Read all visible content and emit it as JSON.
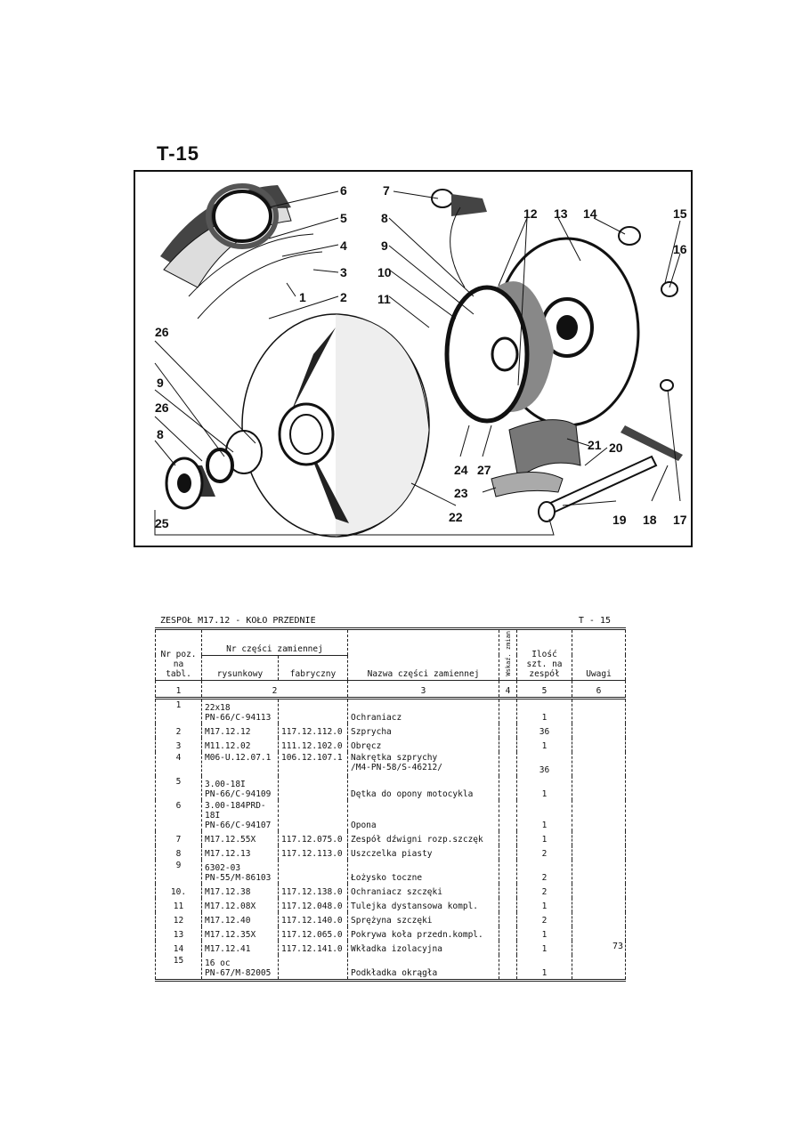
{
  "figure": {
    "title": "T-15",
    "callouts": [
      "1",
      "2",
      "3",
      "4",
      "5",
      "6",
      "7",
      "8",
      "9",
      "10",
      "11",
      "12",
      "13",
      "14",
      "15",
      "16",
      "17",
      "18",
      "19",
      "20",
      "21",
      "22",
      "23",
      "24",
      "25",
      "26",
      "27",
      "8",
      "9",
      "26"
    ]
  },
  "table": {
    "group_title": "ZESPOŁ M17.12 - KOŁO PRZEDNIE",
    "table_code": "T - 15",
    "headers": {
      "pos": "Nr poz. na tabl.",
      "part_no": "Nr części zamiennej",
      "drawing": "rysunkowy",
      "factory": "fabryczny",
      "name": "Nazwa części zamiennej",
      "change": "Wskaź. zmian",
      "qty": "Ilość szt. na zespół",
      "notes": "Uwagi"
    },
    "col_numbers": [
      "1",
      "2",
      "3",
      "4",
      "5",
      "6"
    ],
    "rows": [
      {
        "pos": "1",
        "drawing": "22x18\nPN-66/C-94113",
        "factory": "",
        "name": "Ochraniacz",
        "qty": "1"
      },
      {
        "pos": "2",
        "drawing": "M17.12.12",
        "factory": "117.12.112.0",
        "name": "Szprycha",
        "qty": "36"
      },
      {
        "pos": "3",
        "drawing": "M11.12.02",
        "factory": "111.12.102.0",
        "name": "Obręcz",
        "qty": "1"
      },
      {
        "pos": "4",
        "drawing": "M06-U.12.07.1",
        "factory": "106.12.107.1",
        "name": "Nakrętka szprychy\n/M4-PN-58/S-46212/",
        "qty": "36"
      },
      {
        "pos": "5",
        "drawing": "3.00-18I\nPN-66/C-94109",
        "factory": "",
        "name": "Dętka do opony motocykla",
        "qty": "1"
      },
      {
        "pos": "6",
        "drawing": "3.00-184PRD-18I\nPN-66/C-94107",
        "factory": "",
        "name": "Opona",
        "qty": "1"
      },
      {
        "pos": "7",
        "drawing": "M17.12.55X",
        "factory": "117.12.075.0",
        "name": "Zespół dźwigni rozp.szczęk",
        "qty": "1"
      },
      {
        "pos": "8",
        "drawing": "M17.12.13",
        "factory": "117.12.113.0",
        "name": "Uszczelka piasty",
        "qty": "2"
      },
      {
        "pos": "9",
        "drawing": "6302-03\nPN-55/M-86103",
        "factory": "",
        "name": "Łożysko toczne",
        "qty": "2"
      },
      {
        "pos": "10.",
        "drawing": "M17.12.38",
        "factory": "117.12.138.0",
        "name": "Ochraniacz szczęki",
        "qty": "2"
      },
      {
        "pos": "11",
        "drawing": "M17.12.08X",
        "factory": "117.12.048.0",
        "name": "Tulejka dystansowa kompl.",
        "qty": "1"
      },
      {
        "pos": "12",
        "drawing": "M17.12.40",
        "factory": "117.12.140.0",
        "name": "Sprężyna szczęki",
        "qty": "2"
      },
      {
        "pos": "13",
        "drawing": "M17.12.35X",
        "factory": "117.12.065.0",
        "name": "Pokrywa koła przedn.kompl.",
        "qty": "1"
      },
      {
        "pos": "14",
        "drawing": "M17.12.41",
        "factory": "117.12.141.0",
        "name": "Wkładka izolacyjna",
        "qty": "1"
      },
      {
        "pos": "15",
        "drawing": "16 oc\nPN-67/M-82005",
        "factory": "",
        "name": "Podkładka okrągła",
        "qty": "1"
      }
    ]
  },
  "page_number": "73"
}
